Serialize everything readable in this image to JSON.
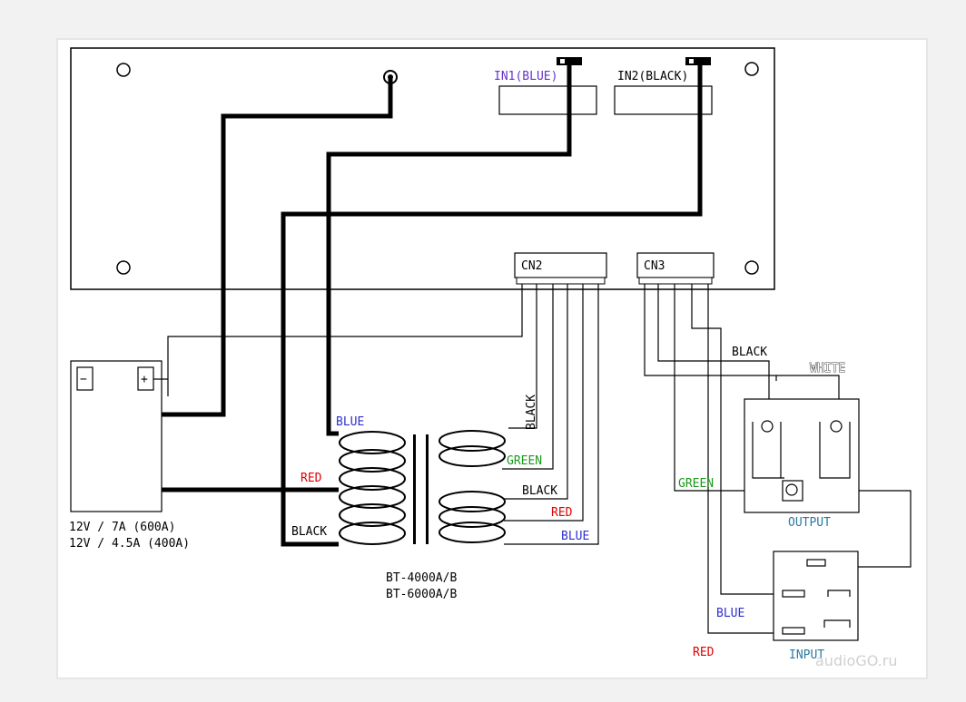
{
  "board": {
    "in1_label": "IN1(BLUE)",
    "in2_label": "IN2(BLACK)",
    "cn2_label": "CN2",
    "cn3_label": "CN3"
  },
  "battery": {
    "minus": "−",
    "plus": "+",
    "spec1": "12V / 7A (600A)",
    "spec2": "12V / 4.5A (400A)"
  },
  "transformer": {
    "model1": "BT-4000A/B",
    "model2": "BT-6000A/B",
    "primary_blue": "BLUE",
    "primary_red": "RED",
    "primary_black": "BLACK",
    "sec_black_vertical": "BLACK",
    "sec_green": "GREEN",
    "sec_black": "BLACK",
    "sec_red": "RED",
    "sec_blue": "BLUE"
  },
  "outlets": {
    "black": "BLACK",
    "white": "WHITE",
    "green": "GREEN",
    "output": "OUTPUT",
    "blue": "BLUE",
    "red": "RED",
    "input": "INPUT"
  },
  "watermark": "audioGO.ru",
  "colors": {
    "blue_text": "#2f2fd0",
    "red_text": "#e00000",
    "green_text": "#1a9a1a",
    "teal_text": "#2a7aa0",
    "purple_text": "#6633cc"
  }
}
